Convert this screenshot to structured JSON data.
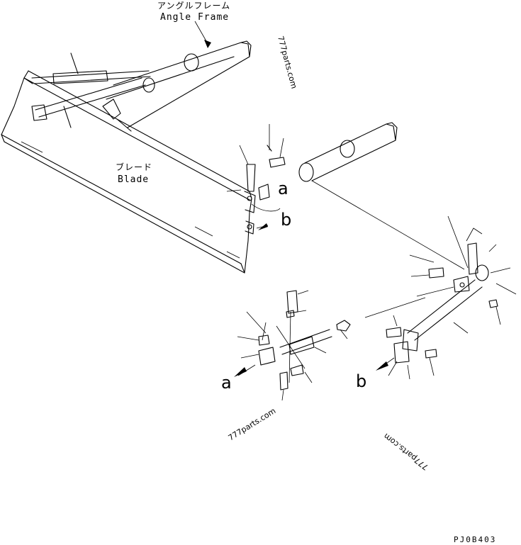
{
  "labels": {
    "angle_frame_jp": "アングルフレーム",
    "angle_frame_en": "Angle Frame",
    "blade_jp": "ブレード",
    "blade_en": "Blade",
    "ref_a": "a",
    "ref_b": "b",
    "ref_a2": "a",
    "ref_b2": "b"
  },
  "watermarks": {
    "wm1": "777parts.com",
    "wm2": "777parts.com",
    "wm3": "777parts.com"
  },
  "drawing_code": "PJ0B403"
}
